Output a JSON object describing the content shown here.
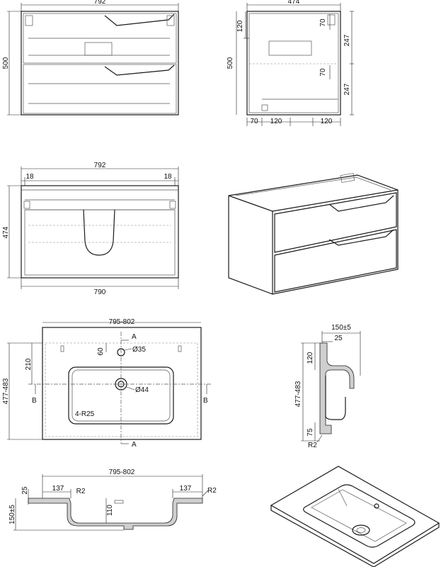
{
  "views": {
    "front": {
      "width": "792",
      "height": "500"
    },
    "side": {
      "depth": "474",
      "height": "500",
      "top_offset": "120",
      "rail_a": "70",
      "rail_b": "70",
      "drawer_a": "247",
      "drawer_b": "247",
      "bottom_a": "70",
      "bottom_b": "120",
      "bottom_c": "120"
    },
    "top": {
      "outer_width": "792",
      "inner_width": "790",
      "side_left": "18",
      "side_right": "18",
      "depth": "474"
    },
    "basin_plan": {
      "width": "795-802",
      "depth": "477-483",
      "hole_offset": "210",
      "hole_edge": "60",
      "tap_hole": "Ø35",
      "drain": "Ø44",
      "radius": "4-R25",
      "section_a_top": "A",
      "section_a_bottom": "A",
      "section_b_left": "B",
      "section_b_right": "B"
    },
    "basin_side_section": {
      "width": "150±5",
      "lip": "25",
      "upper": "120",
      "depth": "477-483",
      "lower": "75",
      "radius": "R2"
    },
    "basin_front_section": {
      "width": "795-802",
      "left_offset": "137",
      "right_offset": "137",
      "radius_left": "R2",
      "radius_right": "R2",
      "thickness": "25",
      "bowl_depth": "110",
      "height": "150±5"
    }
  }
}
